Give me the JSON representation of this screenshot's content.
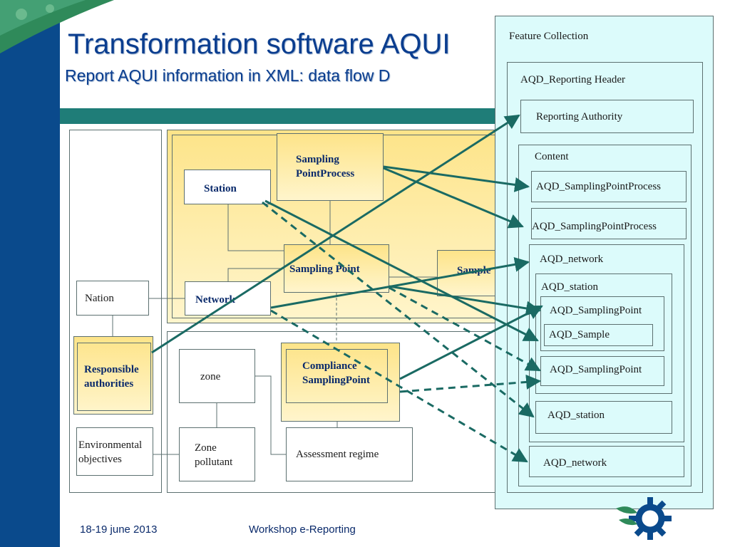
{
  "title": "Transformation software AQUI",
  "subtitle": "Report AQUI information in XML: data flow D",
  "left_model": {
    "station": "Station",
    "sampling_point_process": [
      "Sampling",
      "PointProcess"
    ],
    "sampling_point": "Sampling Point",
    "sample": "Sample",
    "network": "Network",
    "nation": "Nation",
    "responsible_authorities": [
      "Responsible",
      "authorities"
    ],
    "zone": "zone",
    "compliance_sampling_point": [
      "Compliance",
      "SamplingPoint"
    ],
    "environmental_objectives": [
      "Environmental",
      "objectives"
    ],
    "zone_pollutant": [
      "Zone",
      "pollutant"
    ],
    "assessment_regime": "Assessment regime"
  },
  "feature_collection": {
    "title": "Feature Collection",
    "header": "AQD_Reporting Header",
    "reporting_authority": "Reporting Authority",
    "content": "Content",
    "sampling_point_process_1": "AQD_SamplingPointProcess",
    "sampling_point_process_2": "AQD_SamplingPointProcess",
    "network": "AQD_network",
    "station": "AQD_station",
    "sampling_point": "AQD_SamplingPoint",
    "sample": "AQD_Sample",
    "sampling_point_2": "AQD_SamplingPoint",
    "station_2": "AQD_station",
    "network_2": "AQD_network"
  },
  "footer": {
    "date": "18-19 june 2013",
    "event": "Workshop e-Reporting"
  },
  "colors": {
    "sidebar": "#0a4a8c",
    "band": "#1f7d78",
    "arrow": "#1a6a63",
    "title": "#0a3d8f",
    "fc_fill": "#dcfbfb"
  }
}
